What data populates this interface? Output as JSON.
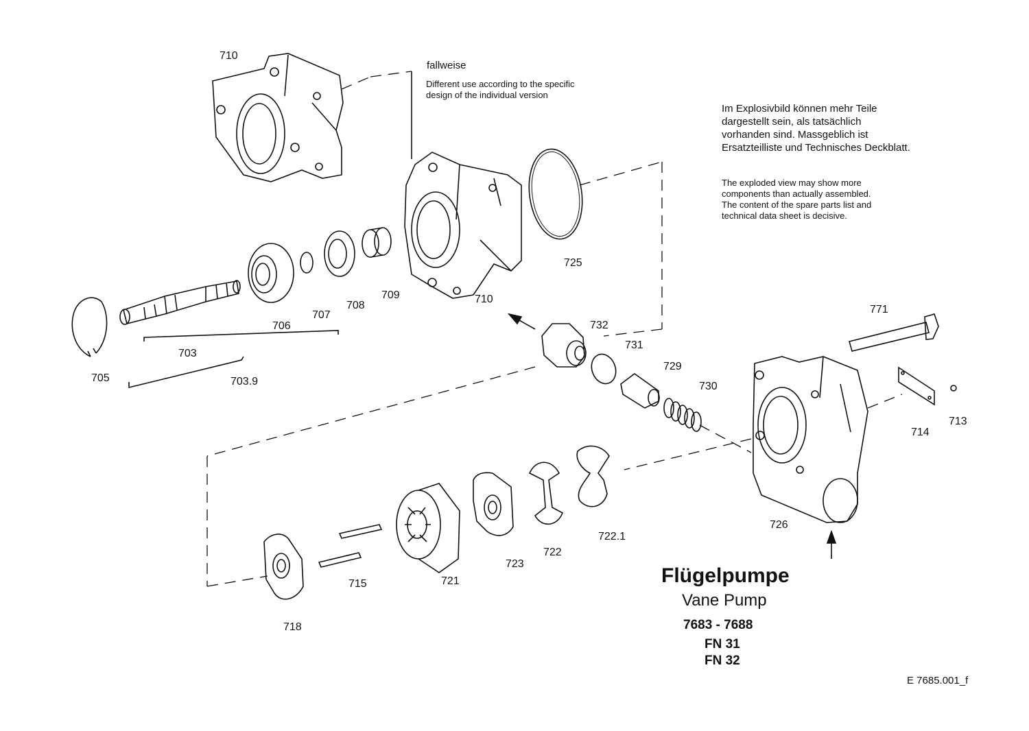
{
  "parts": {
    "p710_top": "710",
    "p710": "710",
    "p725": "725",
    "p709": "709",
    "p708": "708",
    "p707": "707",
    "p706": "706",
    "p703": "703",
    "p7039": "703.9",
    "p705": "705",
    "p732": "732",
    "p731": "731",
    "p729": "729",
    "p730": "730",
    "p771": "771",
    "p714": "714",
    "p713": "713",
    "p726": "726",
    "p7221": "722.1",
    "p722": "722",
    "p723": "723",
    "p721": "721",
    "p715": "715",
    "p718": "718"
  },
  "notes": {
    "fallweise": "fallweise",
    "fallweise_en_1": "Different use according to the specific",
    "fallweise_en_2": "design of the individual version",
    "de_1": "Im Explosivbild können mehr Teile",
    "de_2": "dargestellt sein, als tatsächlich",
    "de_3": "vorhanden sind. Massgeblich ist",
    "de_4": "Ersatzteilliste und Technisches Deckblatt.",
    "en_1": "The exploded view may show more",
    "en_2": "components than actually assembled.",
    "en_3": "The content of the spare parts list and",
    "en_4": "technical data sheet is decisive."
  },
  "title_block": {
    "title": "Flügelpumpe",
    "subtitle": "Vane Pump",
    "range": "7683 - 7688",
    "model_1": "FN 31",
    "model_2": "FN 32",
    "drawing_number": "E  7685.001_f"
  }
}
